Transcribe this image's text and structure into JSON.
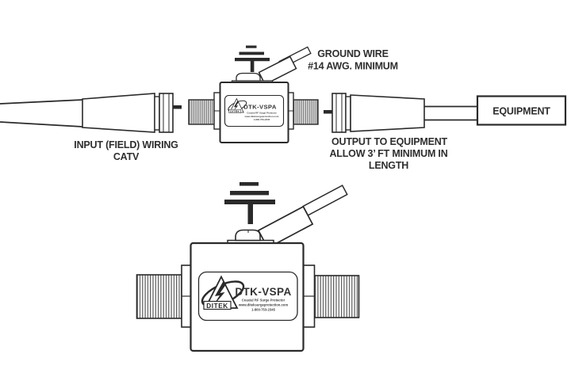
{
  "palette": {
    "ink": "#2a2a2a",
    "paper": "#ffffff"
  },
  "device_label": {
    "brand": "DITEK",
    "model": "DTK-VSPA",
    "sub1": "Coaxial RF  Surge Protector",
    "sub2": "www.diteksurgeprotection.com",
    "sub3": "1-800-753-2345"
  },
  "annotations": {
    "ground": {
      "line1": "GROUND WIRE",
      "line2": "#14 AWG. MINIMUM"
    },
    "input": {
      "line1": "INPUT (FIELD) WIRING",
      "line2": "CATV"
    },
    "output": {
      "line1": "OUTPUT TO EQUIPMENT",
      "line2": "ALLOW 3’ FT MINIMUM IN",
      "line3": "LENGTH"
    },
    "equipment": "EQUIPMENT"
  }
}
